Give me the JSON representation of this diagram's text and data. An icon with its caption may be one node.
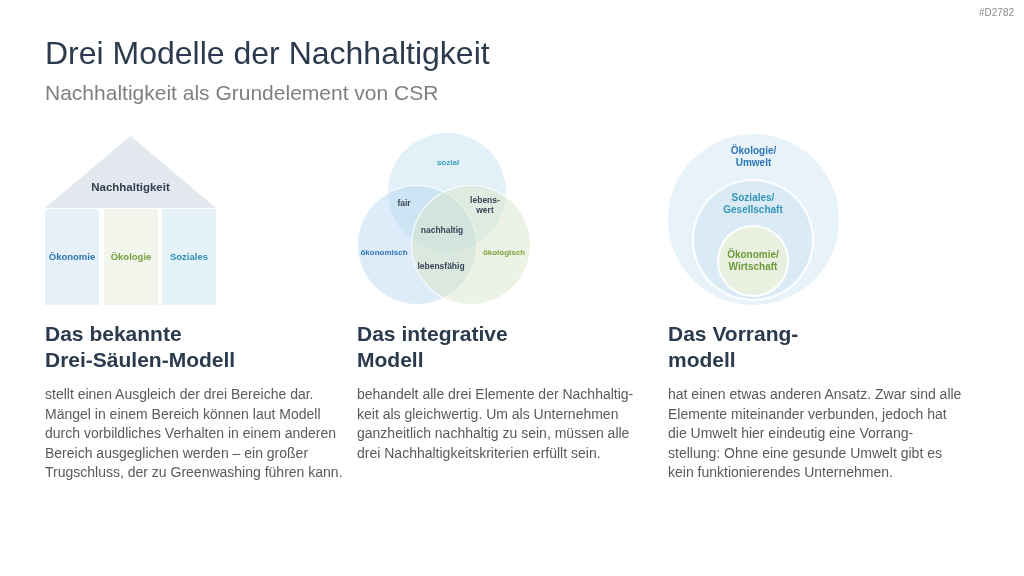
{
  "diagram": {
    "title": "Drei Modelle der Nachhaltigkeit",
    "nodes": [
      {
        "text": [
          "Nachhaltigkeit"
        ]
      },
      {
        "text": [
          "Ökonomie"
        ]
      },
      {
        "text": [
          "Ökologie"
        ]
      },
      {
        "text": [
          "Soziales"
        ]
      },
      {
        "text": [
          "sozial"
        ]
      },
      {
        "text": [
          "ökonomisch"
        ]
      },
      {
        "text": [
          "ökologisch"
        ]
      },
      {
        "text": [
          "Ökologie/ Umwelt"
        ]
      },
      {
        "text": [
          "Soziales/ Gesellschaft"
        ],
        "in": 7
      },
      {
        "text": [
          "Ökonomie/ Wirtschaft"
        ],
        "in": 8
      }
    ],
    "labels": [
      "#D2782",
      "Nachhaltigkeit als Grundelement von CSR",
      "fair",
      "lebens- wert",
      "nachhaltig",
      "lebensfähig",
      "Das bekannte Drei-Säulen-Modell",
      "stellt einen Ausgleich der drei Bereiche dar. Mängel in einem Bereich können laut Modell durch vorbildliches Verhalten in einem anderen Bereich ausgeglichen werden – ein großer Trugschluss, der zu Greenwashing führen kann.",
      "Das integrative Modell",
      "behandelt alle drei Elemente der Nachhaltig- keit als gleichwertig. Um als Unternehmen ganzheitlich nachhaltig zu sein, müssen alle drei Nachhaltigkeitskriterien erfüllt sein.",
      "Das Vorrang- modell",
      "hat einen etwas anderen Ansatz. Zwar sind alle Elemente miteinander verbunden, jedoch hat die Umwelt hier eindeutig eine Vorrang- stellung: Ohne eine gesunde Umwelt gibt es kein funktionierendes Unternehmen."
    ]
  }
}
